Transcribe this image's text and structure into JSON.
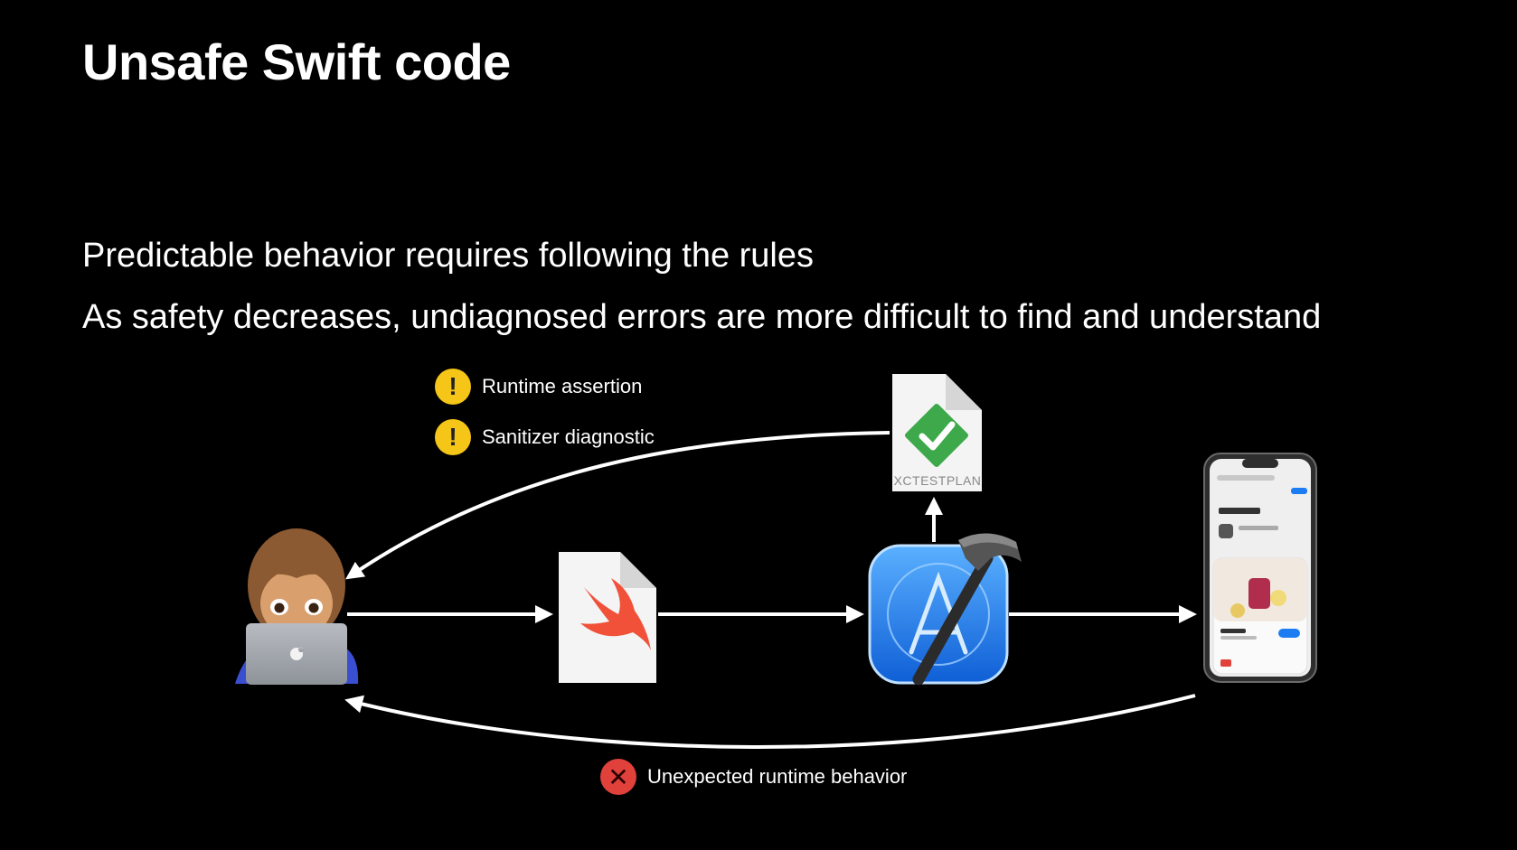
{
  "slide": {
    "title": "Unsafe Swift code",
    "bullets": [
      "Predictable behavior requires following the rules",
      "As safety decreases, undiagnosed errors are more difficult to find and understand"
    ]
  },
  "diagram": {
    "labels": {
      "runtime_assertion": "Runtime assertion",
      "sanitizer_diagnostic": "Sanitizer diagnostic",
      "unexpected_runtime_behavior": "Unexpected runtime behavior",
      "xctestplan": "XCTESTPLAN"
    },
    "icons": {
      "developer": "developer-with-laptop-icon",
      "swift_file": "swift-file-icon",
      "xcode": "xcode-icon",
      "testplan": "xctestplan-file-icon",
      "device": "iphone-app-icon",
      "warning": "warning-icon",
      "error": "error-x-icon"
    },
    "colors": {
      "warning": "#f5c518",
      "error": "#e0413a",
      "check": "#3da94a",
      "swift_orange": "#f05138",
      "xcode_blue": "#1c7cf2"
    }
  }
}
